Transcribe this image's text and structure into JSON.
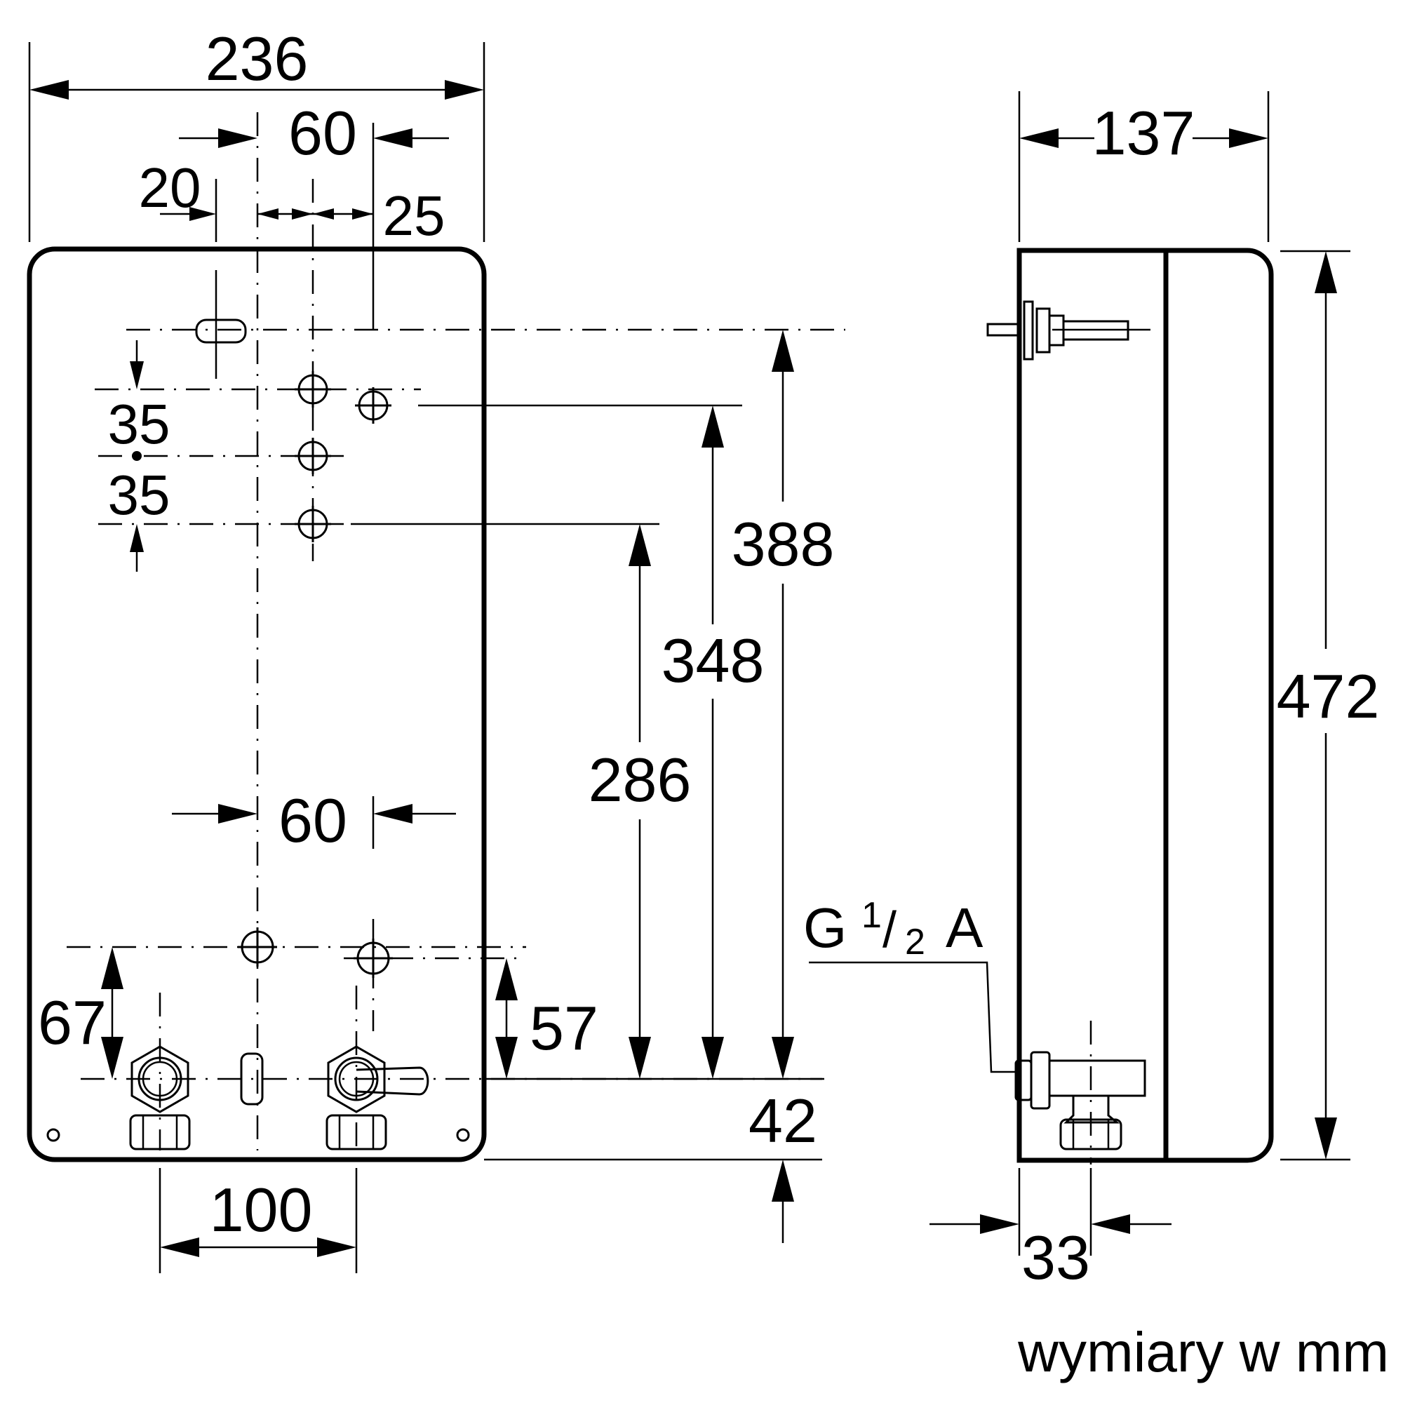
{
  "dimensions": {
    "width_236": "236",
    "offset_60_top": "60",
    "offset_20": "20",
    "offset_25": "25",
    "depth_137": "137",
    "spacing_35_a": "35",
    "spacing_35_b": "35",
    "height_388": "388",
    "height_348": "348",
    "height_286": "286",
    "height_472": "472",
    "offset_60_bottom": "60",
    "height_67": "67",
    "height_57": "57",
    "height_42": "42",
    "spacing_100": "100",
    "depth_33": "33"
  },
  "thread": {
    "prefix": "G",
    "num": "1",
    "slash": "/",
    "den": "2",
    "suffix": "A"
  },
  "units_note": "wymiary w mm"
}
